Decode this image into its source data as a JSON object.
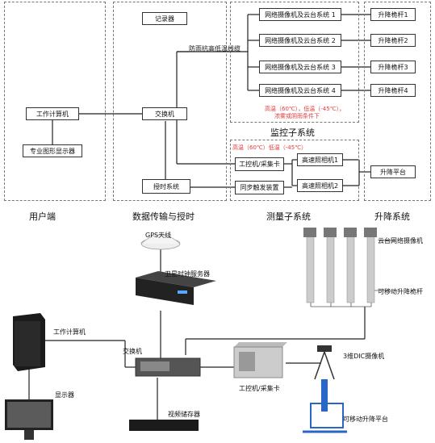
{
  "top": {
    "user": {
      "work_computer": "工作计算机",
      "graphic_display": "专业图形显示器"
    },
    "transmission": {
      "recorder": "记录器",
      "switch": "交换机",
      "timing": "授时系统"
    },
    "cable_label": "防雨抗高低温线缆",
    "monitoring": {
      "cameras": [
        "网络摄像机及云台系统 1",
        "网络摄像机及云台系统 2",
        "网络摄像机及云台系统 3",
        "网络摄像机及云台系统 4"
      ],
      "poles": [
        "升降桅杆1",
        "升降桅杆2",
        "升降桅杆3",
        "升降桅杆4"
      ],
      "note_line1": "高温（60℃），低温（-45℃），",
      "note_line2": "浓雾或阴雨条件下"
    },
    "measurement": {
      "temp_note": "高温（60℃）低温（-45℃）",
      "ipc": "工控机/采集卡",
      "sync": "同步触发装置",
      "hs_cams": [
        "高速照相机1",
        "高速照相机2"
      ],
      "lift_platform": "升降平台"
    },
    "section_titles": {
      "user": "用户端",
      "transmission": "数据传输与授时",
      "monitoring": "监控子系统",
      "measurement": "测量子系统",
      "lift": "升降系统"
    }
  },
  "bottom": {
    "gps": "GPS天线",
    "sat_server": "卫星时钟服务器",
    "switch": "交换机",
    "work_computer": "工作计算机",
    "display": "显示器",
    "video_storage": "视频储存器",
    "ipc": "工控机/采集卡",
    "ptz_camera": "云台网络摄像机",
    "mast": "可移动升降桅杆",
    "dic_camera": "3维DIC摄像机",
    "lift_platform": "可移动升降平台"
  }
}
